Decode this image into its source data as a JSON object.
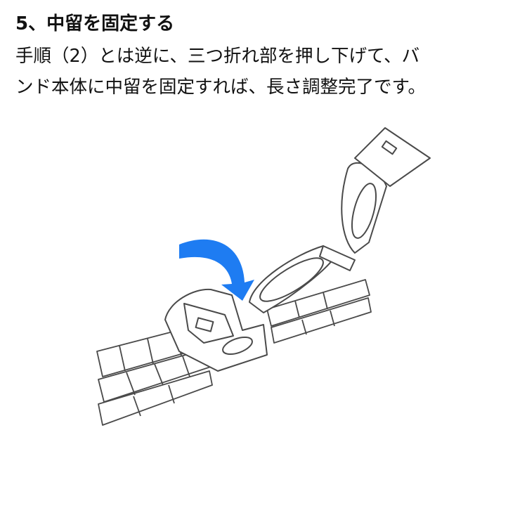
{
  "step": {
    "title": "5、中留を固定する",
    "body_lines": [
      "手順（2）とは逆に、三つ折れ部を押し下げて、バ",
      "ンド本体に中留を固定すれば、長さ調整完了です。"
    ]
  },
  "illustration": {
    "icon": "watch-band-clasp-illustration",
    "arrow_color": "#1e7cf2",
    "line_color": "#4a4a4a"
  }
}
